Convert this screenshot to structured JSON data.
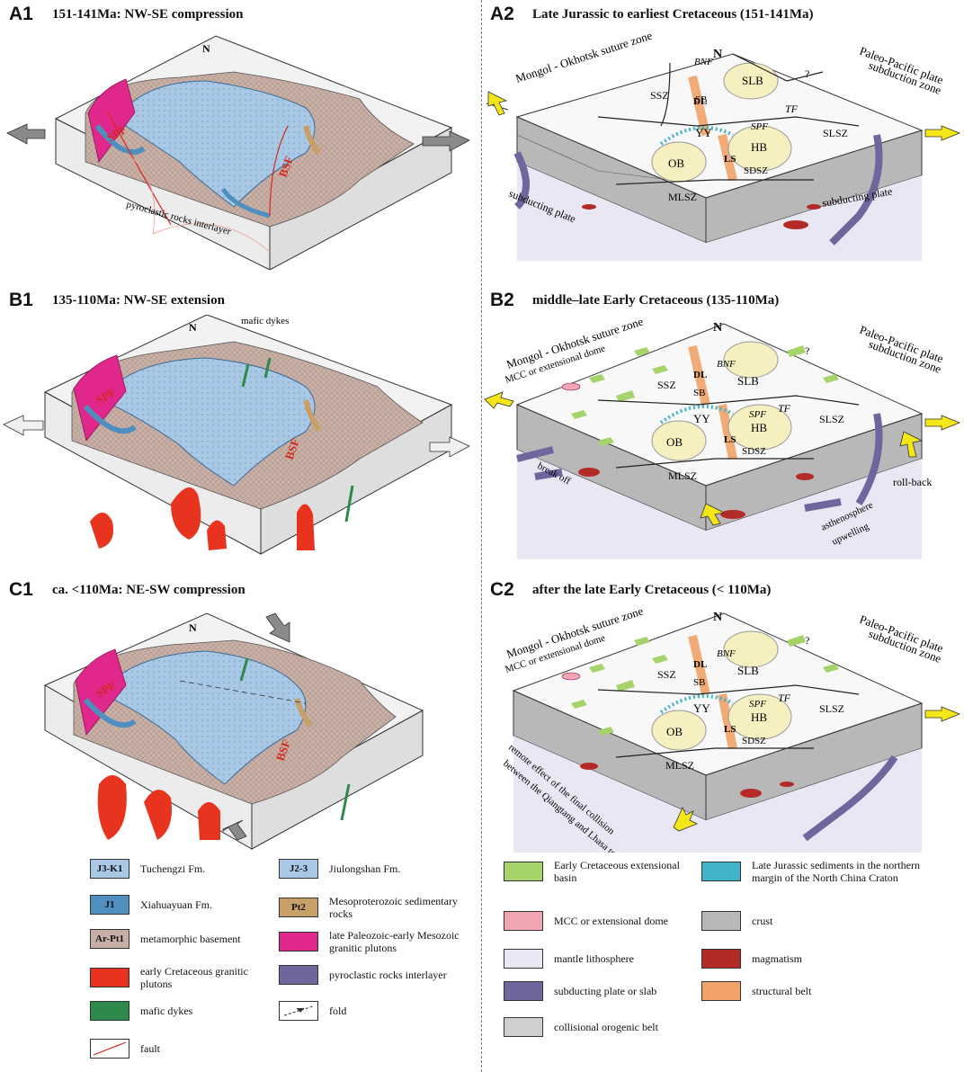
{
  "panels": {
    "a1": {
      "label": "A1",
      "title": "151-141Ma: NW-SE compression",
      "labels": {
        "spf": "SPF",
        "bsf": "BSF",
        "pyro": "pyroclastic rocks interlayer",
        "north": "N"
      }
    },
    "b1": {
      "label": "B1",
      "title": "135-110Ma: NW-SE extension",
      "labels": {
        "spf": "SPF",
        "bsf": "BSF",
        "mafic": "mafic dykes",
        "north": "N"
      }
    },
    "c1": {
      "label": "C1",
      "title": "ca. <110Ma: NE-SW compression",
      "labels": {
        "spf": "SPF",
        "bsf": "BSF",
        "north": "N"
      }
    },
    "a2": {
      "label": "A2",
      "title": "Late Jurassic to earliest Cretaceous (151-141Ma)",
      "labels": {
        "mongol": "Mongol - Okhotsk suture zone",
        "paleo1": "Paleo-Pacific plate",
        "paleo2": "subduction zone",
        "bnf": "BNF",
        "slb": "SLB",
        "ssz": "SSZ",
        "sb": "SB",
        "tf": "TF",
        "spf": "SPF",
        "yy": "YY",
        "hb": "HB",
        "ob": "OB",
        "slsz": "SLSZ",
        "sdsz": "SDSZ",
        "mlsz": "MLSZ",
        "sub1": "subducting plate",
        "sub2": "subducting plate",
        "q": "?",
        "dl": "DL",
        "ls": "LS",
        "north": "N"
      }
    },
    "b2": {
      "label": "B2",
      "title": "middle–late Early Cretaceous (135-110Ma)",
      "labels": {
        "mongol": "Mongol - Okhotsk suture zone",
        "mcc": "MCC or extensional dome",
        "paleo1": "Paleo-Pacific plate",
        "paleo2": "subduction zone",
        "bnf": "BNF",
        "slb": "SLB",
        "ssz": "SSZ",
        "sb": "SB",
        "tf": "TF",
        "spf": "SPF",
        "yy": "YY",
        "hb": "HB",
        "ob": "OB",
        "slsz": "SLSZ",
        "sdsz": "SDSZ",
        "mlsz": "MLSZ",
        "breakoff": "break off",
        "rollback": "roll-back",
        "asth1": "asthenosphere",
        "asth2": "upwelling",
        "q": "?",
        "dl": "DL",
        "ls": "LS",
        "north": "N"
      }
    },
    "c2": {
      "label": "C2",
      "title": "after the late Early Cretaceous (< 110Ma)",
      "labels": {
        "mongol": "Mongol - Okhotsk suture zone",
        "mcc": "MCC or extensional dome",
        "paleo1": "Paleo-Pacific plate",
        "paleo2": "subduction zone",
        "bnf": "BNF",
        "slb": "SLB",
        "ssz": "SSZ",
        "sb": "SB",
        "tf": "TF",
        "spf": "SPF",
        "yy": "YY",
        "hb": "HB",
        "ob": "OB",
        "slsz": "SLSZ",
        "sdsz": "SDSZ",
        "mlsz": "MLSZ",
        "remote1": "remote effect of the final collision",
        "remote2": "between the Qiangtang and Lhasa terranes",
        "q": "?",
        "dl": "DL",
        "ls": "LS",
        "north": "N"
      }
    }
  },
  "legend_left": [
    {
      "code": "J3-K1",
      "text": "Tuchengzi Fm.",
      "color": "#a9c8e6"
    },
    {
      "code": "J2-3",
      "text": "Jiulongshan Fm.",
      "color": "#a9c8e6"
    },
    {
      "code": "J1",
      "text": "Xiahuayuan Fm.",
      "color": "#4f8fc0"
    },
    {
      "code": "Pt2",
      "text": "Mesoproterozoic sedimentary rocks",
      "color": "#c8a067"
    },
    {
      "code": "Ar-Pt1",
      "text": "metamorphic basement",
      "color": "#c8b0a6"
    },
    {
      "code": "",
      "text": "late Paleozoic-early Mesozoic granitic plutons",
      "color": "#e0288c"
    },
    {
      "code": "",
      "text": "early Cretaceous granitic plutons",
      "color": "#e8331f"
    },
    {
      "code": "",
      "text": "pyroclastic rocks interlayer",
      "color": "#6e679e"
    },
    {
      "code": "",
      "text": "mafic dykes",
      "color": "#2e8a4c"
    },
    {
      "code": "",
      "text": "fold",
      "color": "#ffffff"
    },
    {
      "code": "",
      "text": "fault",
      "color": "#ffffff"
    }
  ],
  "legend_right": [
    {
      "text": "Early Cretaceous extensional basin",
      "color": "#a6d46a"
    },
    {
      "text": "Late Jurassic sediments in the northern margin of the North China Craton",
      "color": "#3fb4c8"
    },
    {
      "text": "MCC or extensional dome",
      "color": "#f2a6b4"
    },
    {
      "text": "crust",
      "color": "#b8b8b8"
    },
    {
      "text": "mantle lithosphere",
      "color": "#e9e7f4"
    },
    {
      "text": "magmatism",
      "color": "#b42a26"
    },
    {
      "text": "subducting plate or slab",
      "color": "#6e679e"
    },
    {
      "text": "structural belt",
      "color": "#f1a36a"
    },
    {
      "text": "collisional orogenic belt",
      "color": "#cfcfcf"
    }
  ]
}
